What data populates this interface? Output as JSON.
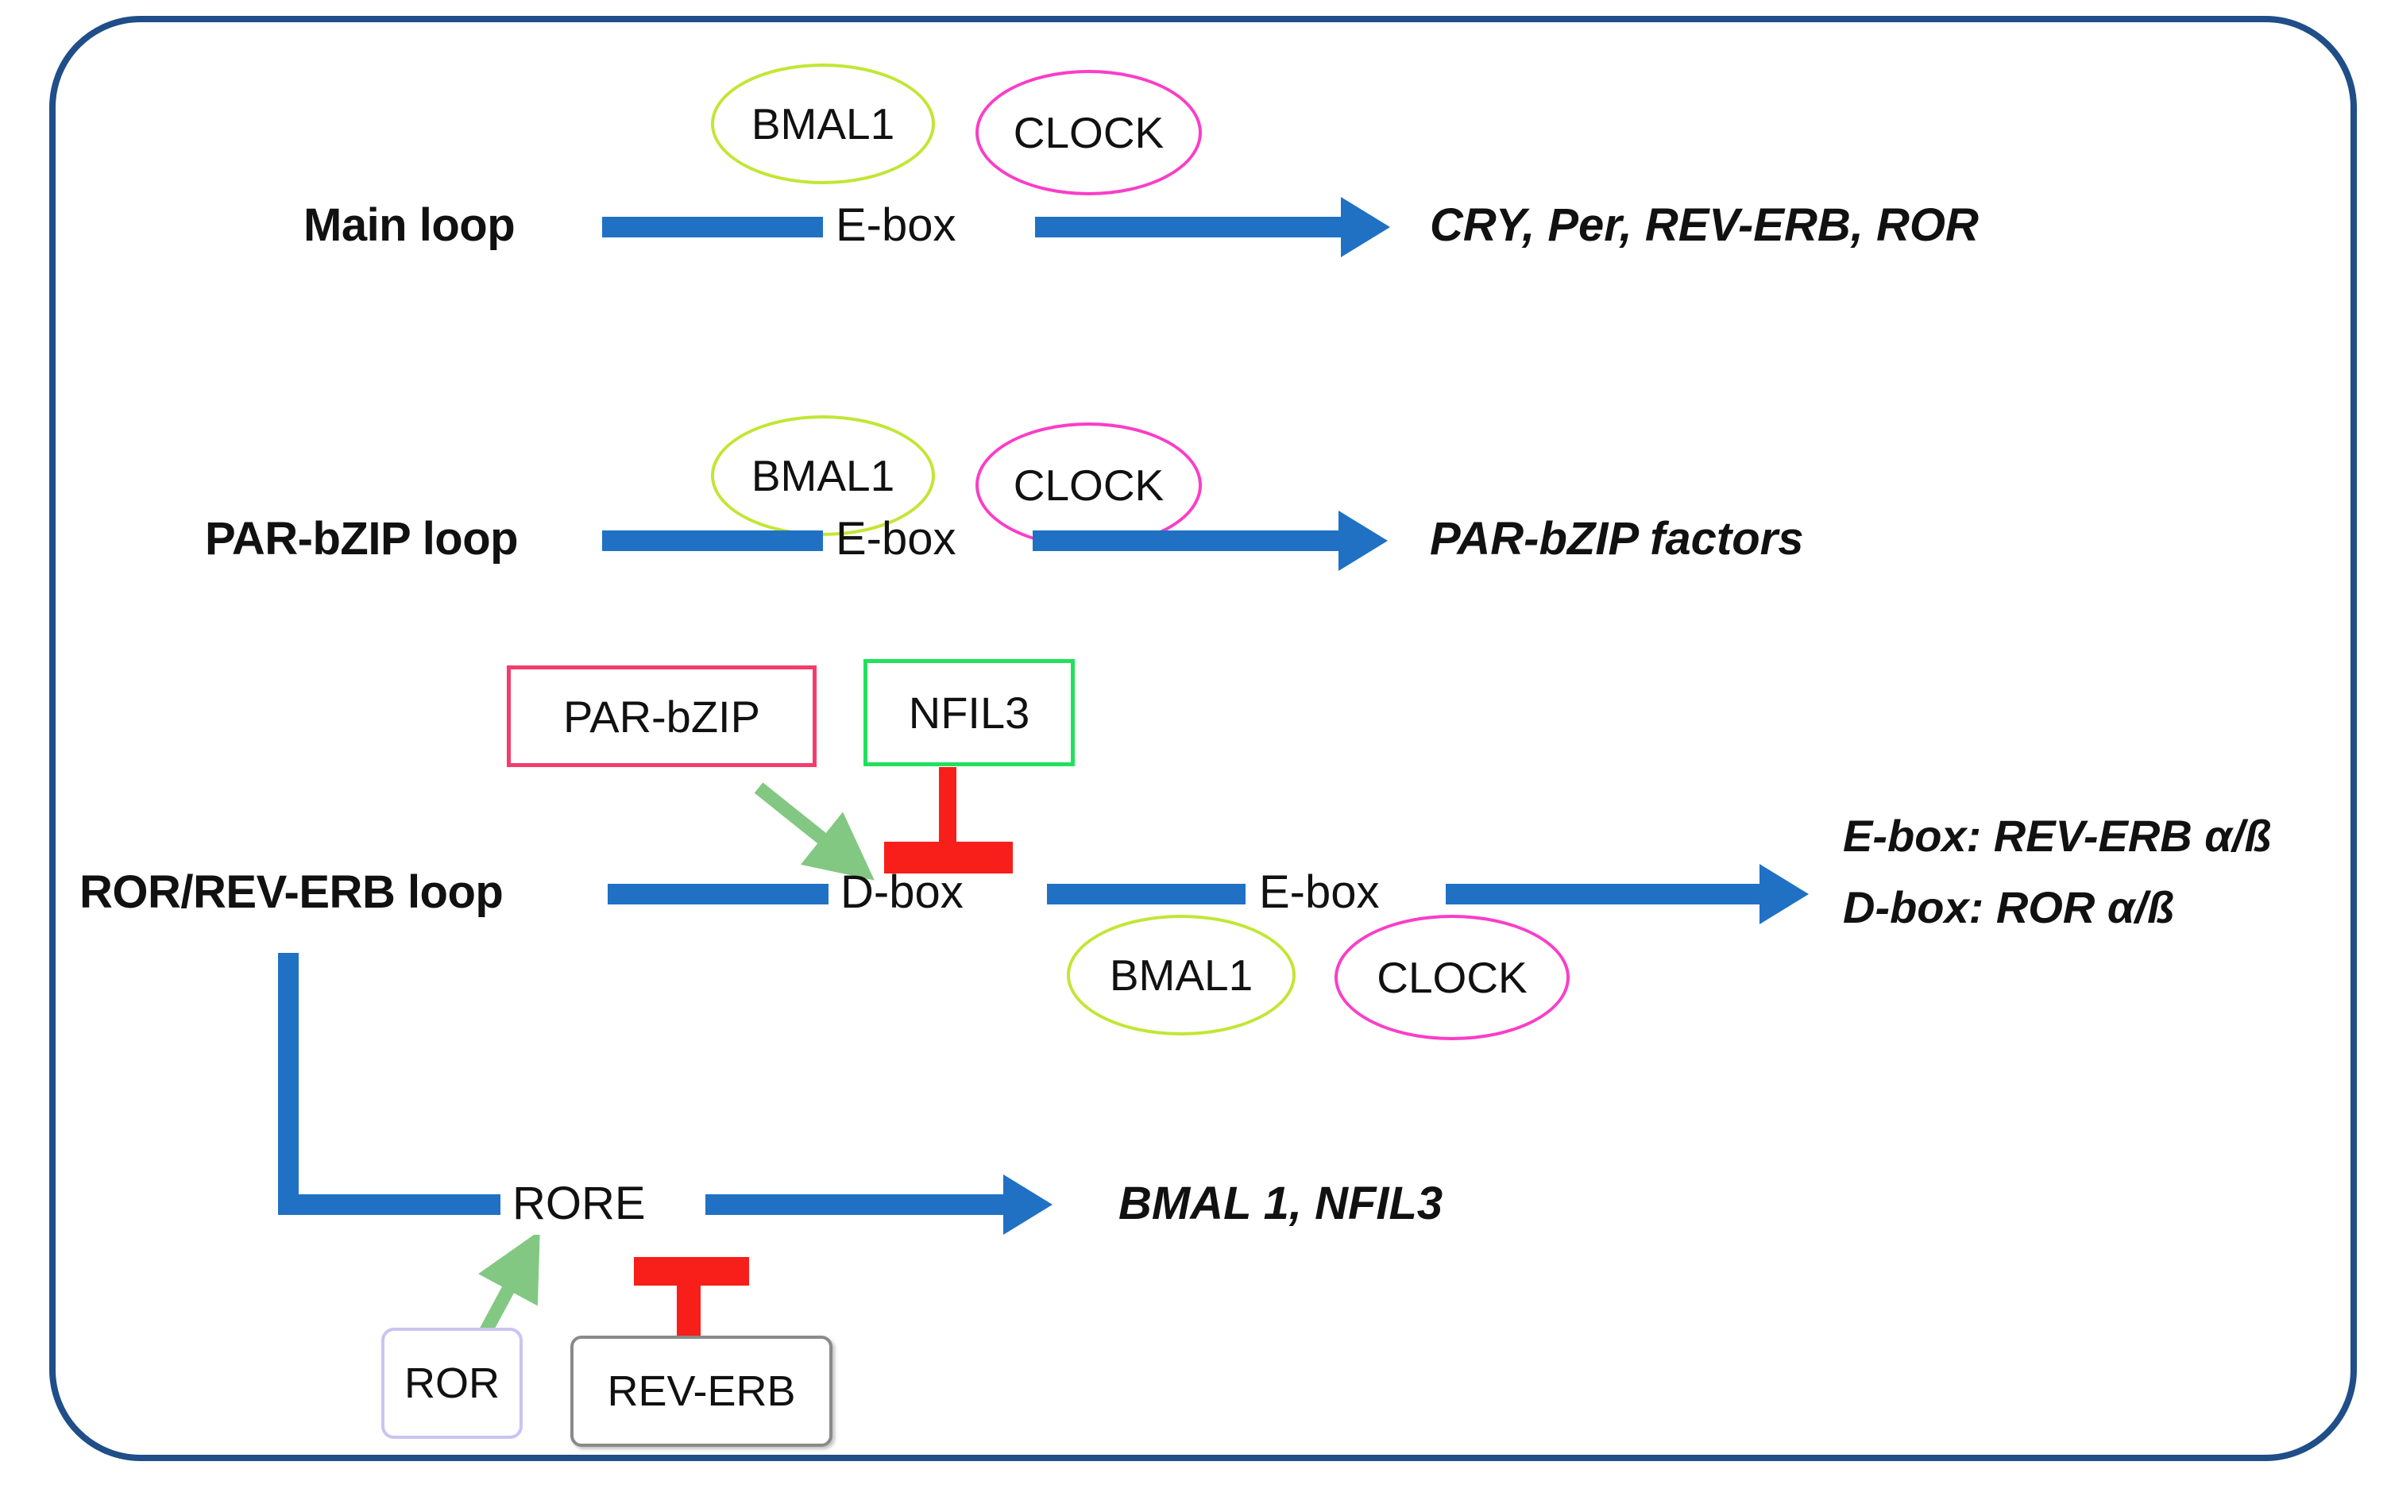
{
  "diagram": {
    "title": "Circadian clock transcriptional feedback loops",
    "frame_color": "#1F4E89",
    "connector_color": "#2071C4",
    "activation_color": "#82C882",
    "inhibition_color": "#F81E19"
  },
  "loops": {
    "main": {
      "label": "Main loop",
      "promoter": "E-box",
      "output": "CRY, Per, REV-ERB, ROR",
      "complex": [
        {
          "name": "BMAL1",
          "color": "#C2E634"
        },
        {
          "name": "CLOCK",
          "color": "#FB3DC8"
        }
      ]
    },
    "par_bzip": {
      "label": "PAR-bZIP loop",
      "promoter": "E-box",
      "output": "PAR-bZIP factors",
      "complex": [
        {
          "name": "BMAL1",
          "color": "#C2E634"
        },
        {
          "name": "CLOCK",
          "color": "#FB3DC8"
        }
      ]
    },
    "ror_reverb": {
      "label": "ROR/REV-ERB loop",
      "promoter_d": "D-box",
      "promoter_e": "E-box",
      "output_line1": "E-box: REV-ERB α/ß",
      "output_line2": "D-box: ROR α/ß",
      "complex": [
        {
          "name": "BMAL1",
          "color": "#C2E634"
        },
        {
          "name": "CLOCK",
          "color": "#FB3DC8"
        }
      ],
      "regulators": [
        {
          "name": "PAR-bZIP",
          "color": "#F23D6D",
          "effect": "activates",
          "target": "D-box"
        },
        {
          "name": "NFIL3",
          "color": "#22E05C",
          "effect": "inhibits",
          "target": "D-box"
        }
      ]
    },
    "rore": {
      "element": "RORE",
      "output": "BMAL 1, NFIL3",
      "regulators": [
        {
          "name": "ROR",
          "color": "#C9C4F0",
          "effect": "activates",
          "target": "RORE"
        },
        {
          "name": "REV-ERB",
          "color": "#8A8A8A",
          "effect": "inhibits",
          "target": "RORE"
        }
      ]
    }
  }
}
